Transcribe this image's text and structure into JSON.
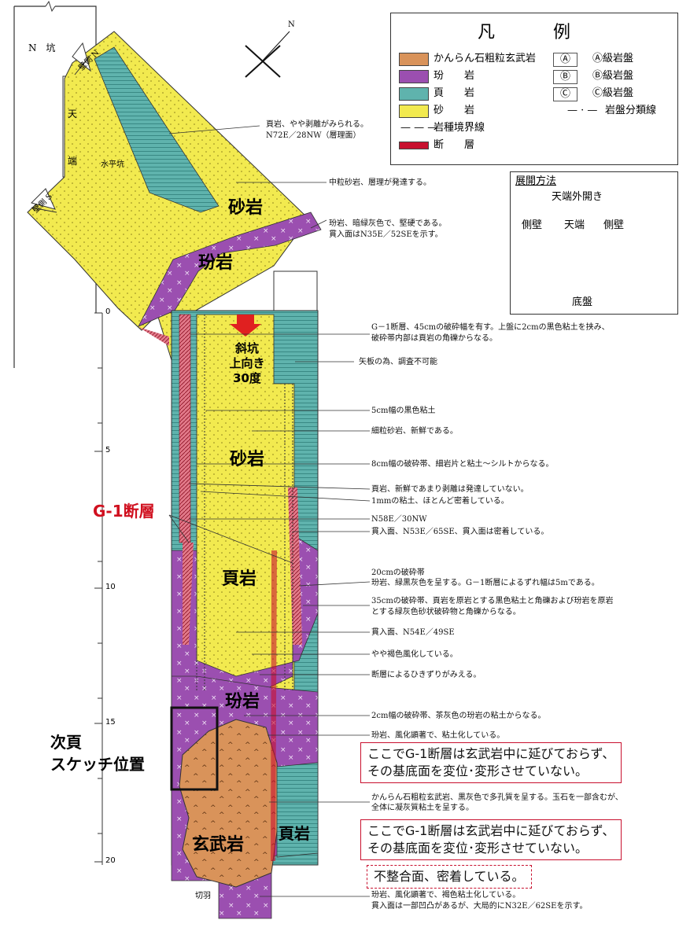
{
  "legend": {
    "title": "凡　例",
    "items": [
      {
        "label": "かんらん石粗粒玄武岩",
        "color": "#d9935a"
      },
      {
        "label": "玢　　岩",
        "color": "#9b4fb0"
      },
      {
        "label": "頁　　岩",
        "color": "#5fb3ad"
      },
      {
        "label": "砂　　岩",
        "color": "#f2ea4f"
      },
      {
        "label": "岩種境界線"
      },
      {
        "label": "断　　層",
        "color": "#c8102e"
      }
    ],
    "grades": [
      {
        "symbol": "Ⓐ",
        "label": "Ⓐ級岩盤"
      },
      {
        "symbol": "Ⓑ",
        "label": "Ⓑ級岩盤"
      },
      {
        "symbol": "Ⓒ",
        "label": "Ⓒ級岩盤"
      },
      {
        "label": "岩盤分類線"
      }
    ]
  },
  "method": {
    "title": "展開方法",
    "top_label": "天端外開き",
    "left": "側壁",
    "center": "天端",
    "right": "側壁",
    "bottom": "底盤"
  },
  "labels": {
    "n_shaft": "N　坑",
    "tenba": [
      "天",
      "端"
    ],
    "north_wall": "壁側 N",
    "south_wall": "壁側 S",
    "horizontal": "水平坑",
    "north": "N",
    "slope": [
      "斜坑",
      "上向き",
      "30度"
    ],
    "g1": "G-1断層",
    "next_page": [
      "次頁",
      "スケッチ位置"
    ],
    "kiriha": "切羽"
  },
  "rock_labels": {
    "sandstone_upper": "砂岩",
    "porphyrite_upper": "玢岩",
    "sandstone_mid": "砂岩",
    "shale_mid": "頁岩",
    "porphyrite_lower": "玢岩",
    "basalt": "玄武岩",
    "shale_lower": "頁岩"
  },
  "depth_ticks": [
    "0",
    "5",
    "10",
    "15",
    "20"
  ],
  "annotations": [
    "頁岩、やや剥離がみられる。",
    "N72E／28NW（層理面）",
    "中粒砂岩、層理が発達する。",
    "玢岩、暗緑灰色で、堅硬である。",
    "貫入面はN35E／52SEを示す。",
    "G－1断層、45cmの破砕幅を有す。上盤に2cmの黒色粘土を挟み、",
    "破砕帯内部は頁岩の角礫からなる。",
    "矢板の為、調査不可能",
    "5cm幅の黒色粘土",
    "細粒砂岩、新鮮である。",
    "8cm幅の破砕帯、細岩片と粘土～シルトからなる。",
    "頁岩、新鮮であまり剥離は発達していない。",
    "1mmの粘土、ほとんど密着している。",
    "N58E／30NW",
    "貫入面、N53E／65SE、貫入面は密着している。",
    "20cmの破砕帯",
    "玢岩、緑黒灰色を呈する。G－1断層によるずれ幅は5mである。",
    "35cmの破砕帯、頁岩を原岩とする黒色粘土と角礫および玢岩を原岩",
    "とする緑灰色砂状破砕物と角礫からなる。",
    "貫入面、N54E／49SE",
    "やや褐色風化している。",
    "断層によるひきずりがみえる。",
    "2cm幅の破砕帯、茶灰色の玢岩の粘土からなる。",
    "玢岩、風化顕著で、粘土化している。",
    "かんらん石粗粒玄武岩、黒灰色で多孔質を呈する。玉石を一部含むが、",
    "全体に凝灰質粘土を呈する。",
    "玢岩、風化顕著で、褐色粘土化している。",
    "貫入面は一部凹凸があるが、大局的にN32E／62SEを示す。"
  ],
  "callouts": [
    "ここでG-1断層は玄武岩中に延びておらず、\nその基底面を変位･変形させていない。",
    "ここでG-1断層は玄武岩中に延びておらず、\nその基底面を変位･変形させていない。",
    "不整合面、密着している。"
  ]
}
